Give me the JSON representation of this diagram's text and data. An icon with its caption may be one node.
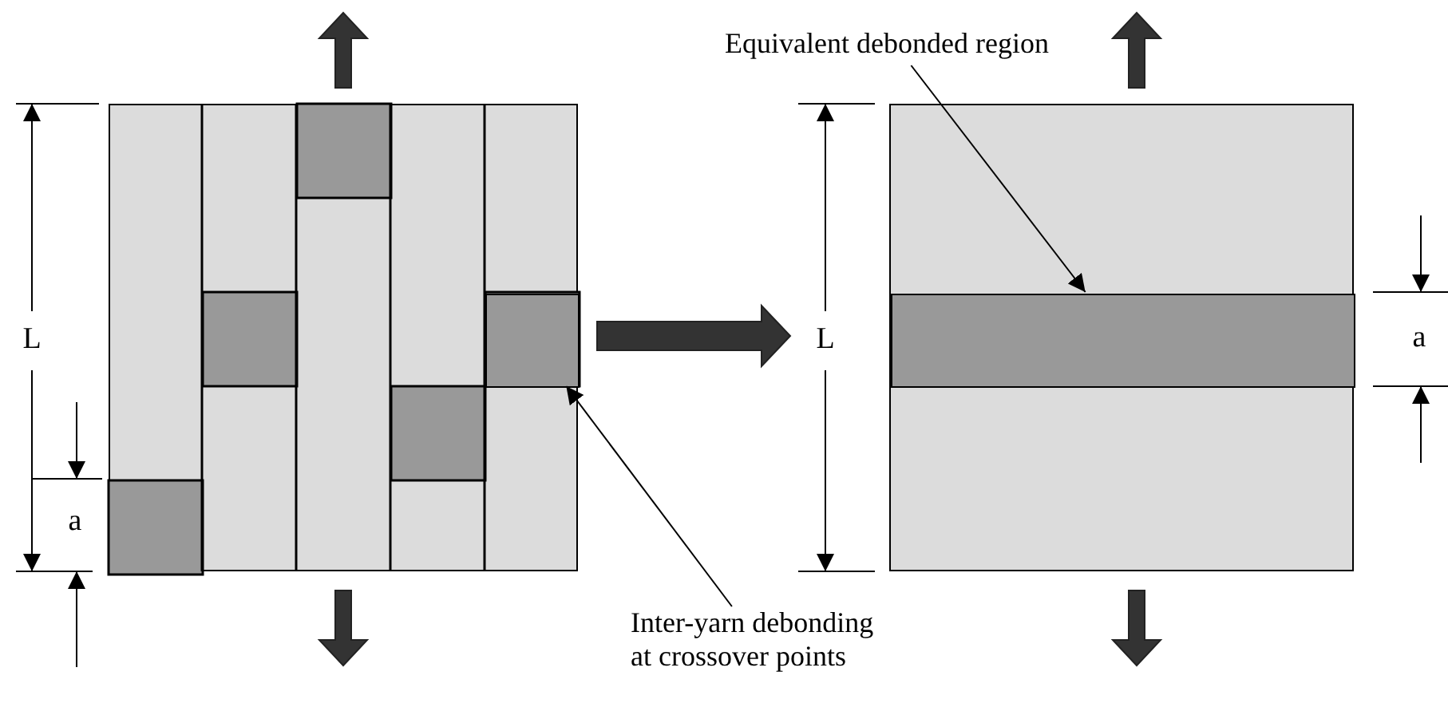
{
  "diagram": {
    "nodes": [
      {
        "text": [],
        "shape": "box"
      },
      {
        "text": [],
        "shape": "box",
        "in": 0
      },
      {
        "text": [
          "Equivalent debonded region"
        ]
      },
      {
        "text": [],
        "shape": "box"
      },
      {
        "text": [],
        "shape": "bar",
        "in": 3
      },
      {
        "text": [
          "Inter-yarn debonding at crossover points"
        ]
      }
    ],
    "edges": [
      {
        "from": 0,
        "to": 3,
        "arrow": "to",
        "style": "thick"
      },
      {
        "from": 5,
        "to": 1,
        "arrow": "to"
      },
      {
        "from": 2,
        "to": 4,
        "arrow": "to"
      }
    ],
    "labels": [
      "L",
      "a",
      "L",
      "a"
    ]
  }
}
